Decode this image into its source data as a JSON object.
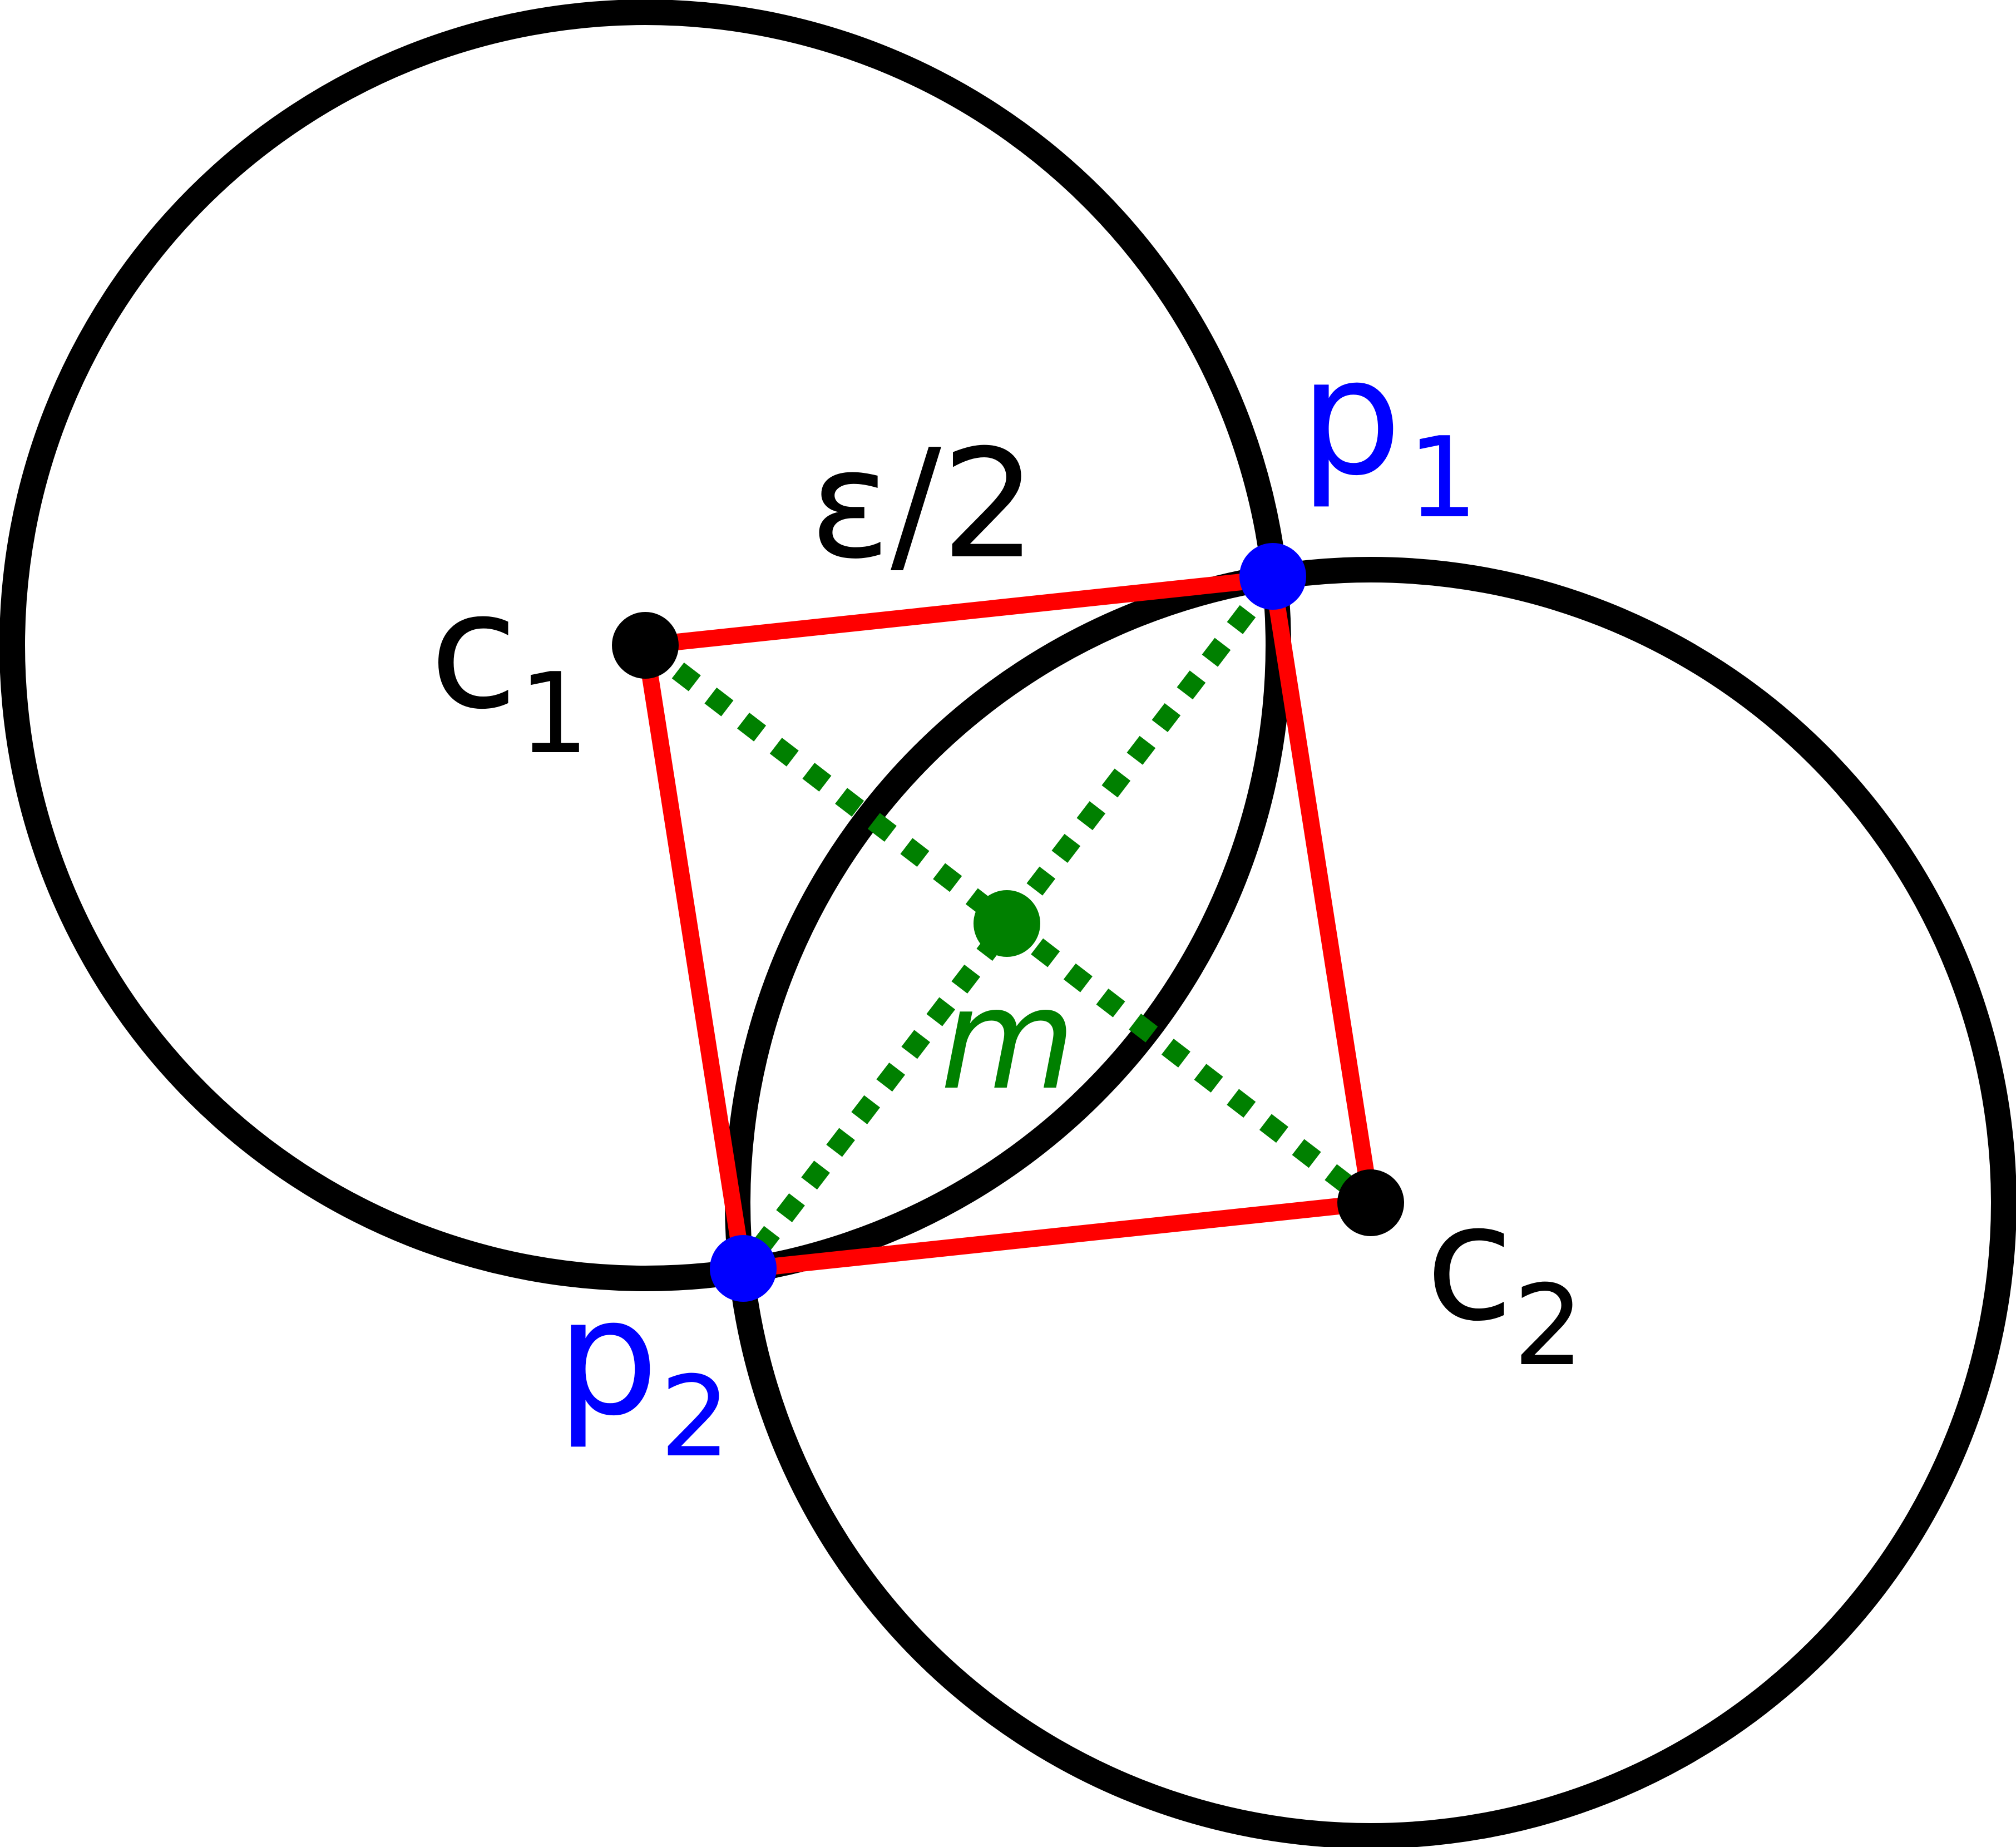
{
  "labels": {
    "c1": "c",
    "c1_sub": "1",
    "c2": "c",
    "c2_sub": "2",
    "p1": "p",
    "p1_sub": "1",
    "p2": "p",
    "p2_sub": "2",
    "radius": "ε/2",
    "midpoint": "m"
  },
  "colors": {
    "circle": "#000000",
    "center_points": "#000000",
    "intersection_points": "#0000ff",
    "rhombus_edges": "#ff0000",
    "diagonals": "#008000",
    "midpoint": "#008000",
    "label_centers": "#000000",
    "label_intersections": "#0000ff",
    "label_midpoint": "#008000"
  }
}
